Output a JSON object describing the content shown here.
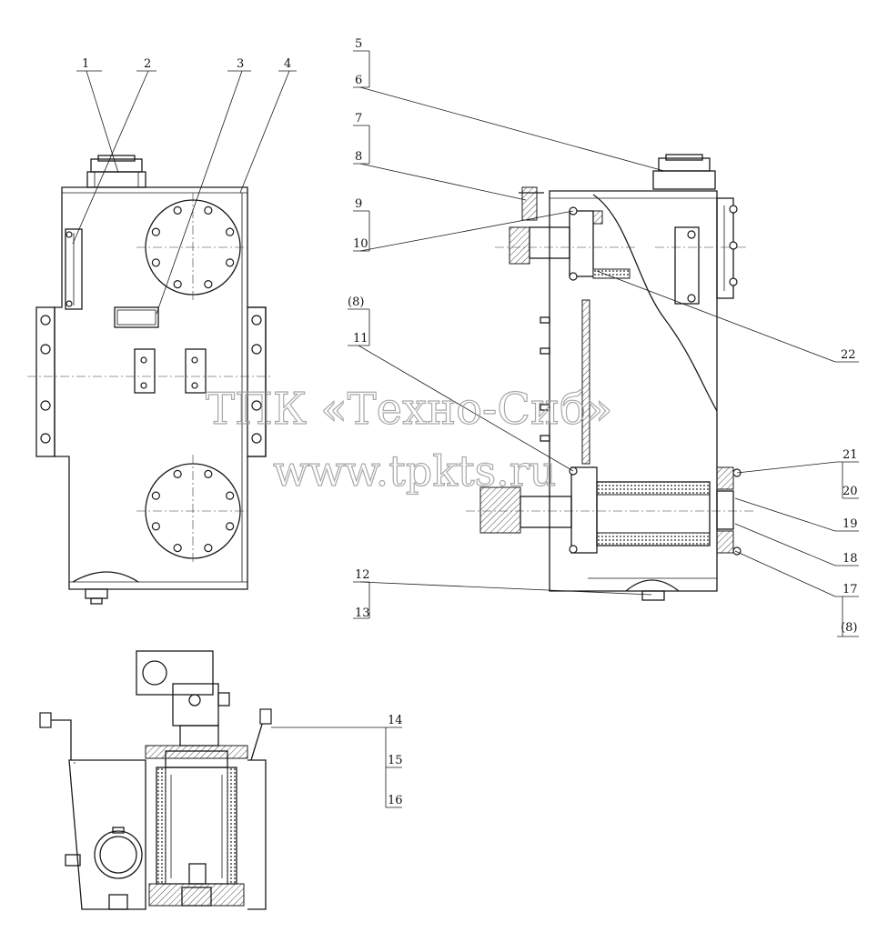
{
  "watermark": {
    "line1": "ТПК «Техно-Сиб»",
    "line2": "www.tpkts.ru"
  },
  "callouts": [
    {
      "id": "c1",
      "text": "1"
    },
    {
      "id": "c2",
      "text": "2"
    },
    {
      "id": "c3",
      "text": "3"
    },
    {
      "id": "c4",
      "text": "4"
    },
    {
      "id": "c5",
      "text": "5"
    },
    {
      "id": "c6",
      "text": "6"
    },
    {
      "id": "c7",
      "text": "7"
    },
    {
      "id": "c8",
      "text": "8"
    },
    {
      "id": "c9",
      "text": "9"
    },
    {
      "id": "c10",
      "text": "10"
    },
    {
      "id": "c8a",
      "text": "(8)"
    },
    {
      "id": "c11",
      "text": "11"
    },
    {
      "id": "c22",
      "text": "22"
    },
    {
      "id": "c21",
      "text": "21"
    },
    {
      "id": "c20",
      "text": "20"
    },
    {
      "id": "c19",
      "text": "19"
    },
    {
      "id": "c18",
      "text": "18"
    },
    {
      "id": "c17",
      "text": "17"
    },
    {
      "id": "c8b",
      "text": "(8)"
    },
    {
      "id": "c12",
      "text": "12"
    },
    {
      "id": "c13",
      "text": "13"
    },
    {
      "id": "c14",
      "text": "14"
    },
    {
      "id": "c15",
      "text": "15"
    },
    {
      "id": "c16",
      "text": "16"
    }
  ]
}
